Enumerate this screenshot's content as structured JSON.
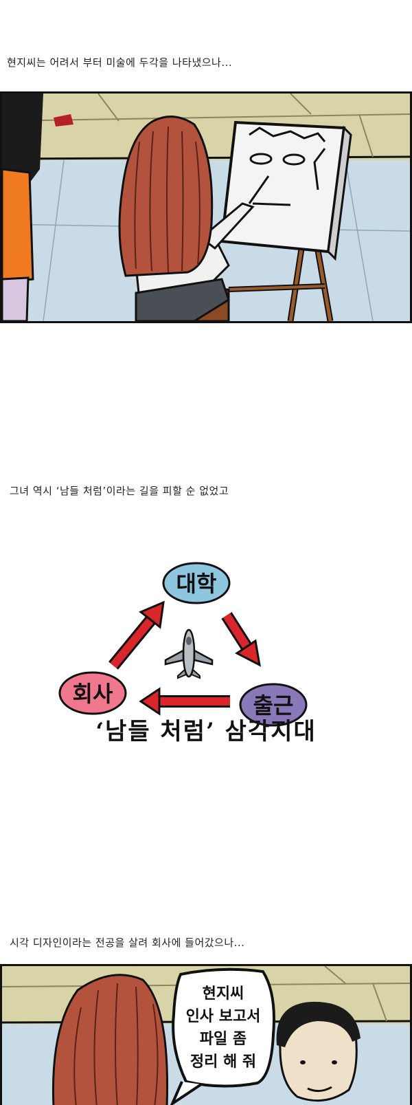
{
  "captions": {
    "c1": "현지씨는 어려서 부터 미술에 두각을 나타냈으나...",
    "c2": "그녀 역시 ‘남들 처럼’이라는 길을 피할 순 없었고",
    "c3": "시각 디자인이라는 전공을 살려 회사에 들어갔으나..."
  },
  "triangle": {
    "nodes": {
      "top": "대학",
      "right": "출근",
      "left": "회사"
    },
    "title": "‘남들 처럼’ 삼각지대",
    "colors": {
      "top": "#8ec6df",
      "right": "#8a79b8",
      "left": "#f0788e",
      "arrow": "#d8262b"
    }
  },
  "bubble": {
    "lines": [
      "현지씨",
      "인사 보고서",
      "파일 좀",
      "정리 해 줘"
    ]
  },
  "icons": [
    "airplane-icon"
  ]
}
